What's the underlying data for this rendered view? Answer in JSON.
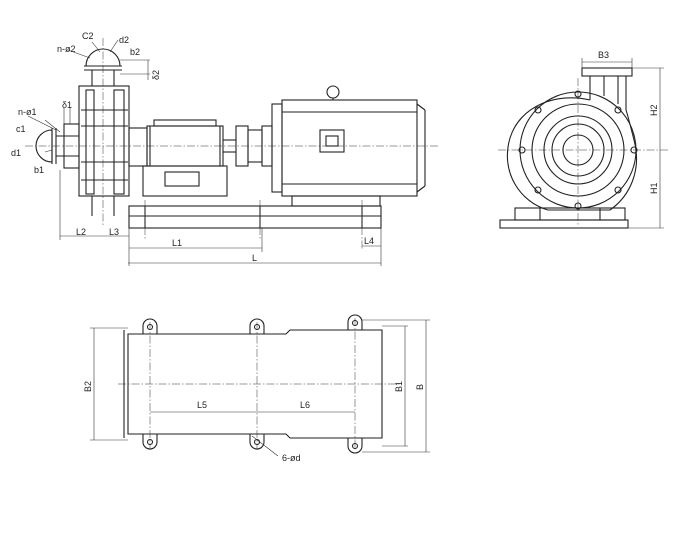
{
  "labels": {
    "C2": "C2",
    "d2": "d2",
    "n_phi2": "n-ø2",
    "b2": "b2",
    "delta2": "δ2",
    "n_phi1": "n-ø1",
    "delta1": "δ1",
    "c1": "c1",
    "d1": "d1",
    "b1": "b1",
    "L2": "L2",
    "L3": "L3",
    "L1": "L1",
    "L4": "L4",
    "L": "L",
    "B3": "B3",
    "H2": "H2",
    "H1": "H1",
    "B2": "B2",
    "B1": "B1",
    "B": "B",
    "L5": "L5",
    "L6": "L6",
    "holes": "6-ød"
  }
}
